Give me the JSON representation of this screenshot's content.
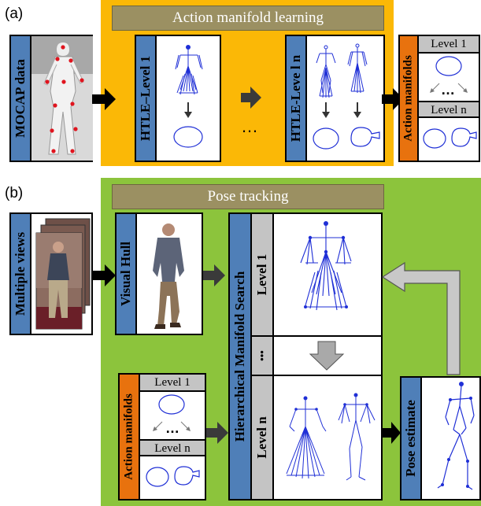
{
  "panels": {
    "a_label": "(a)",
    "b_label": "(b)"
  },
  "panel_a": {
    "title": "Action manifold learning",
    "mocap_label": "MOCAP data",
    "htle1_label": "HTLE–Level 1",
    "htlen_label": "HTLE-Leve l n",
    "ellipsis": "…",
    "action_manifolds_label": "Action manifolds",
    "level1": "Level 1",
    "leveln": "Level n",
    "mid_dots": "…"
  },
  "panel_b": {
    "title": "Pose tracking",
    "multiple_views_label": "Multiple views",
    "visual_hull_label": "Visual Hull",
    "hms_label": "Hierarchical Manifold Search",
    "level1_side": "Level 1",
    "leveln_side": "Level n",
    "vdots": "•••",
    "action_manifolds_label": "Action manifolds",
    "am_level1": "Level 1",
    "am_leveln": "Level n",
    "am_dots": "…",
    "pose_estimate_label": "Pose estimate"
  },
  "colors": {
    "panel_a_bg": "#fbb806",
    "panel_b_bg": "#8cc43c",
    "title_bar": "#9b9062",
    "tab_blue": "#4f7fb8",
    "tab_orange": "#e8720e",
    "tab_grey": "#c4c4c4",
    "stroke_blue": "#1f2fd6"
  }
}
